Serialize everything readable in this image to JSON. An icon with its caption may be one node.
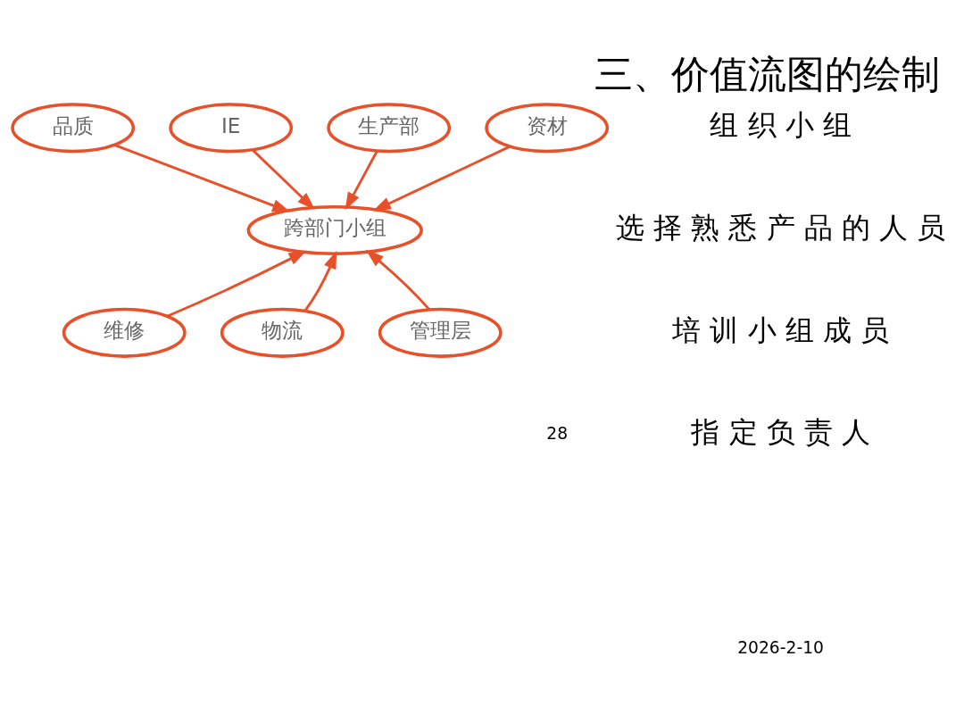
{
  "diagram": {
    "title": "三、价值流图的绘制",
    "nodes": [
      {
        "text": [
          "品质"
        ]
      },
      {
        "text": [
          "IE"
        ]
      },
      {
        "text": [
          "生产部"
        ]
      },
      {
        "text": [
          "跨部门小组"
        ]
      },
      {
        "text": [
          "资材"
        ]
      },
      {
        "text": [
          "维修"
        ]
      },
      {
        "text": [
          "物流"
        ]
      },
      {
        "text": [
          "管理层"
        ]
      }
    ],
    "edges": [
      {
        "from": 0,
        "to": 3,
        "arrow": "to"
      },
      {
        "from": 1,
        "to": 3,
        "arrow": "to"
      },
      {
        "from": 2,
        "to": 3,
        "arrow": "to"
      },
      {
        "from": 4,
        "to": 3,
        "arrow": "to"
      },
      {
        "from": 5,
        "to": 3,
        "arrow": "to"
      },
      {
        "from": 7,
        "to": 3,
        "arrow": "to"
      },
      {
        "from": 6,
        "to": 3,
        "arrow": "to"
      }
    ],
    "labels": [
      "组 织 小 组",
      "选 择 熟 悉 产 品 的 人 员",
      "培 训 小 组 成 员",
      "指 定 负 责 人",
      "2026-2-10",
      "28"
    ]
  }
}
